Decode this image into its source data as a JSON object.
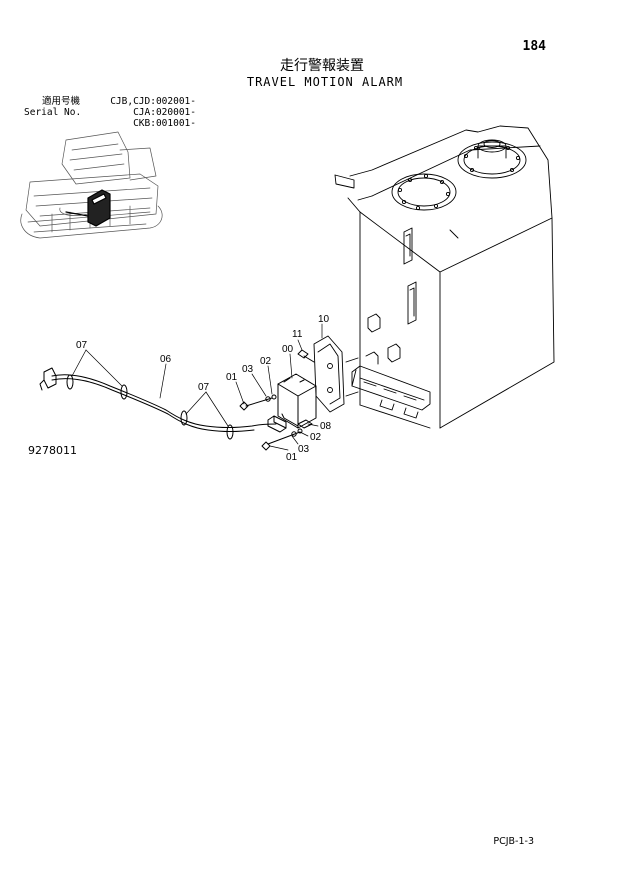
{
  "page_number": "184",
  "title": {
    "japanese": "走行警報装置",
    "english": "TRAVEL MOTION ALARM"
  },
  "applicability": {
    "label_jp": "適用号機",
    "label_en": "Serial No.",
    "serials": [
      "CJB,CJD:002001-",
      "CJA:020001-",
      "CKB:001001-"
    ]
  },
  "figure_number": "9278011",
  "catalog_code": "PCJB-1-3",
  "callouts": {
    "c00": "00",
    "c01a": "01",
    "c01b": "01",
    "c02a": "02",
    "c02b": "02",
    "c03a": "03",
    "c03b": "03",
    "c06": "06",
    "c07a": "07",
    "c07b": "07",
    "c08": "08",
    "c10": "10",
    "c11": "11"
  }
}
